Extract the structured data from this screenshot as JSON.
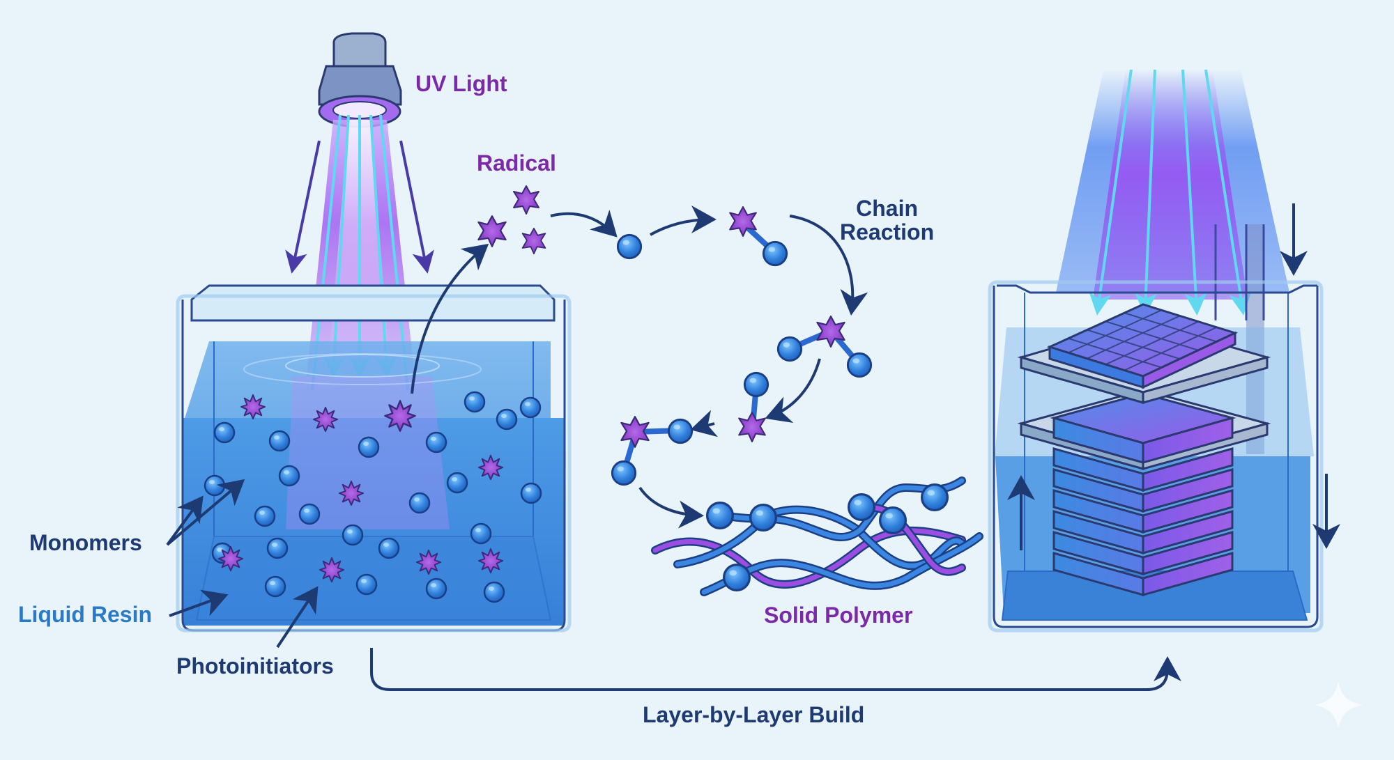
{
  "diagram": {
    "title": "Photopolymerization (UV resin curing) process",
    "labels": {
      "uv_light": "UV Light",
      "radical": "Radical",
      "chain_reaction_line1": "Chain",
      "chain_reaction_line2": "Reaction",
      "monomers": "Monomers",
      "liquid_resin": "Liquid Resin",
      "photoinitiators": "Photoinitiators",
      "solid_polymer": "Solid Polymer",
      "layer_by_layer": "Layer-by-Layer Build"
    },
    "stages": [
      {
        "id": "resin-vat",
        "description": "UV light source over vat of liquid resin containing monomers and photoinitiators"
      },
      {
        "id": "chain-reaction",
        "description": "Radicals initiate chain reaction linking monomers into solid polymer"
      },
      {
        "id": "layer-build",
        "description": "Build platform with stacked cured layers in resin vat under UV projection"
      }
    ],
    "icons": {
      "lamp": "uv-lamp-icon",
      "monomer": "monomer-sphere-icon",
      "photoinitiator": "photoinitiator-star-icon",
      "radical": "radical-star-icon",
      "watermark": "sparkle-icon"
    },
    "colors": {
      "background": "#e8f3fa",
      "resin": "#3f8fe0",
      "uv_purple": "#9b4ef0",
      "cyan_ray": "#5fd8f0",
      "navy": "#1d3a72",
      "monomer": "#2e7ad6",
      "star": "#8b3cc8",
      "label_purple": "#7a2aa8",
      "label_blue": "#2a7ac8"
    }
  }
}
